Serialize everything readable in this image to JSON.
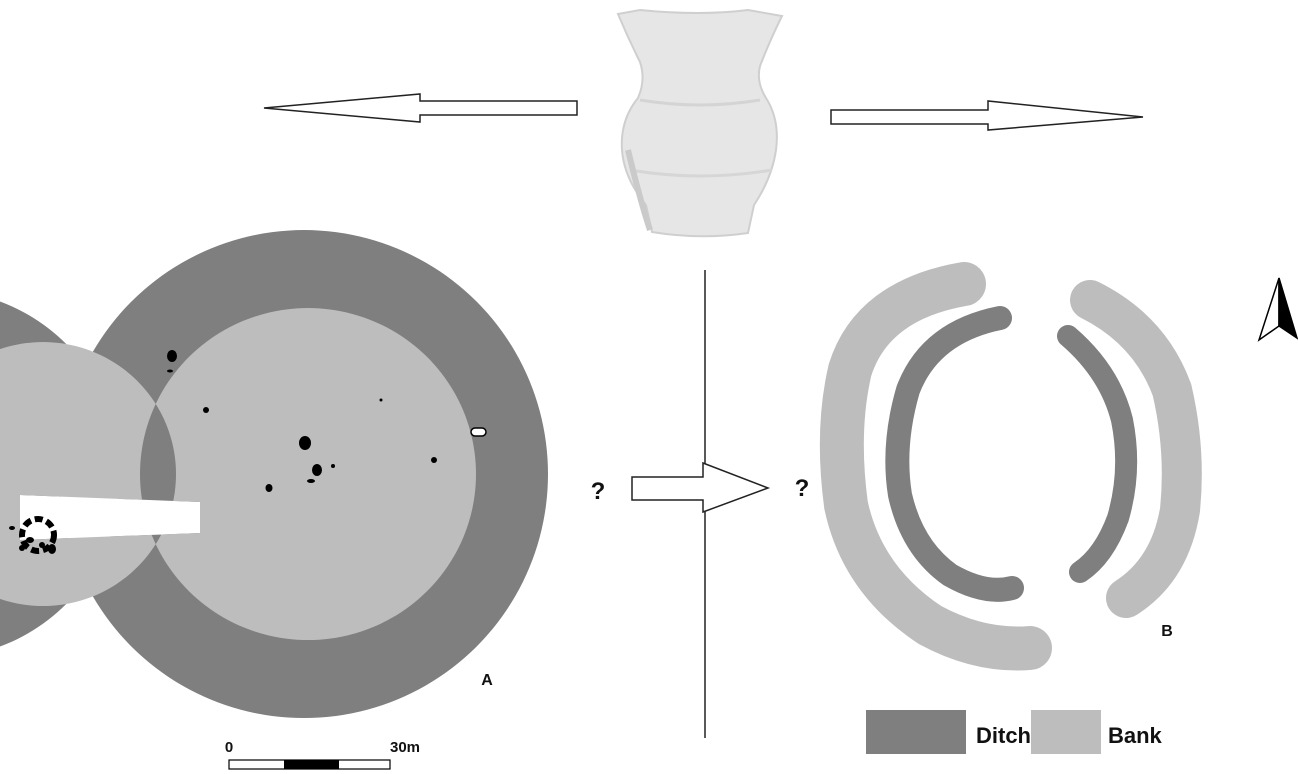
{
  "labels": {
    "site_a": "A",
    "site_b": "B",
    "question_left": "?",
    "question_right": "?"
  },
  "scale_bar": {
    "start": "0",
    "end": "30m"
  },
  "legend": [
    {
      "label": "Ditch",
      "color": "#7f7f7f"
    },
    {
      "label": "Bank",
      "color": "#bdbdbd"
    }
  ],
  "colors": {
    "ditch": "#7f7f7f",
    "bank": "#bdbdbd",
    "feature": "#000000",
    "vessel": "#e6e6e6"
  },
  "icons": [
    "beaker-vessel-icon",
    "north-arrow-icon"
  ]
}
